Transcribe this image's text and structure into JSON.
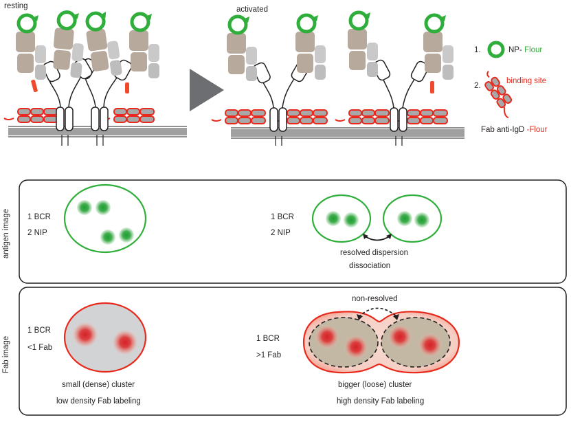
{
  "top": {
    "resting_label": "resting",
    "activated_label": "activated"
  },
  "legend": {
    "item1_number": "1.",
    "item1_prefix": "NP- ",
    "item1_highlight": "Flour",
    "item2_number": "2.",
    "binding_site": "binding site",
    "item2_prefix": "Fab anti-IgD ",
    "item2_highlight": "-Flour"
  },
  "antigen_panel": {
    "side_label": "antigen image",
    "left_bcr": "1 BCR",
    "left_nip": "2 NIP",
    "right_bcr": "1 BCR",
    "right_nip": "2 NIP",
    "caption_line1": "resolved dispersion",
    "caption_line2": "dissociation"
  },
  "fab_panel": {
    "side_label": "Fab image",
    "left_bcr": "1 BCR",
    "left_fab": "<1 Fab",
    "right_bcr": "1 BCR",
    "right_fab": ">1 Fab",
    "left_caption_line1": "small (dense) cluster",
    "left_caption_line2": "low density Fab labeling",
    "right_caption_line1": "bigger (loose)  cluster",
    "right_caption_line2": "high density Fab labeling",
    "non_resolved": "non-resolved"
  },
  "colors": {
    "green": "#2fae3b",
    "red": "#e8291c",
    "bcr_tan": "#b7a99c",
    "bcr_brown": "#8f7b6c",
    "membrane": "#a0a0a0",
    "arrow_gray": "#6d6e71"
  }
}
